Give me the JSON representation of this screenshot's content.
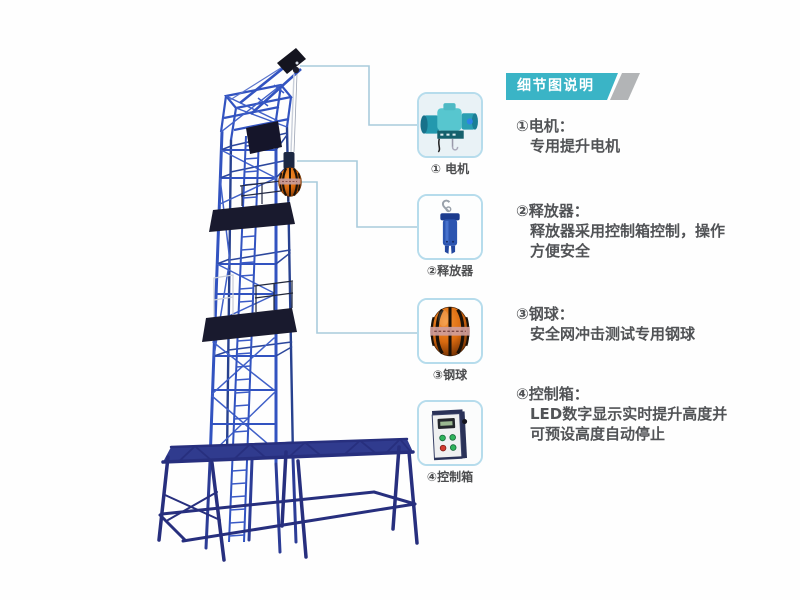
{
  "header": {
    "title": "细节图说明"
  },
  "callouts": [
    {
      "label": "① 电机",
      "image": "hoist-motor-photo"
    },
    {
      "label": "②释放器",
      "image": "releaser-photo"
    },
    {
      "label": "③钢球",
      "image": "steel-ball-photo"
    },
    {
      "label": "④控制箱",
      "image": "control-box-photo"
    }
  ],
  "descriptions": [
    {
      "title": "①电机：",
      "lines": [
        "专用提升电机"
      ]
    },
    {
      "title": "②释放器：",
      "lines": [
        "释放器采用控制箱控制，操作",
        "方便安全"
      ]
    },
    {
      "title": "③钢球：",
      "lines": [
        "安全网冲击测试专用钢球"
      ]
    },
    {
      "title": "④控制箱：",
      "lines": [
        "LED数字显示实时提升高度并",
        "可预设高度自动停止"
      ]
    }
  ],
  "colors": {
    "banner_teal": "#3ab4c6",
    "banner_gray": "#b2b4b6",
    "callout_border": "#b6dcec",
    "connector_line": "#a9cbdc",
    "tower_blue": "#3253c0",
    "base_navy": "#272f7e",
    "ball_orange": "#d96a10",
    "platform_dark": "#191a2e",
    "text_gray": "#515356"
  }
}
